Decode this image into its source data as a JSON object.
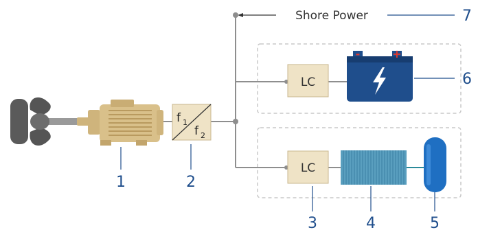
{
  "diagram": {
    "shore_power_label": "Shore Power",
    "converter": {
      "f1": "f",
      "f1_sub": "1",
      "f2": "f",
      "f2_sub": "2"
    },
    "charger_top": "LC",
    "charger_bottom": "LC",
    "battery": {
      "minus": "-",
      "plus": "+"
    },
    "callouts": [
      "1",
      "2",
      "3",
      "4",
      "5",
      "6",
      "7"
    ]
  },
  "colors": {
    "blue": "#1f4e8c",
    "tank_blue": "#1f6fc2",
    "line_gray": "#8e8e8e",
    "box_fill": "#efe3c6",
    "box_stroke": "#c9b78f",
    "motor": "#d9c08a",
    "dashed": "#c8c8c8",
    "battery_red": "#e2372b"
  }
}
